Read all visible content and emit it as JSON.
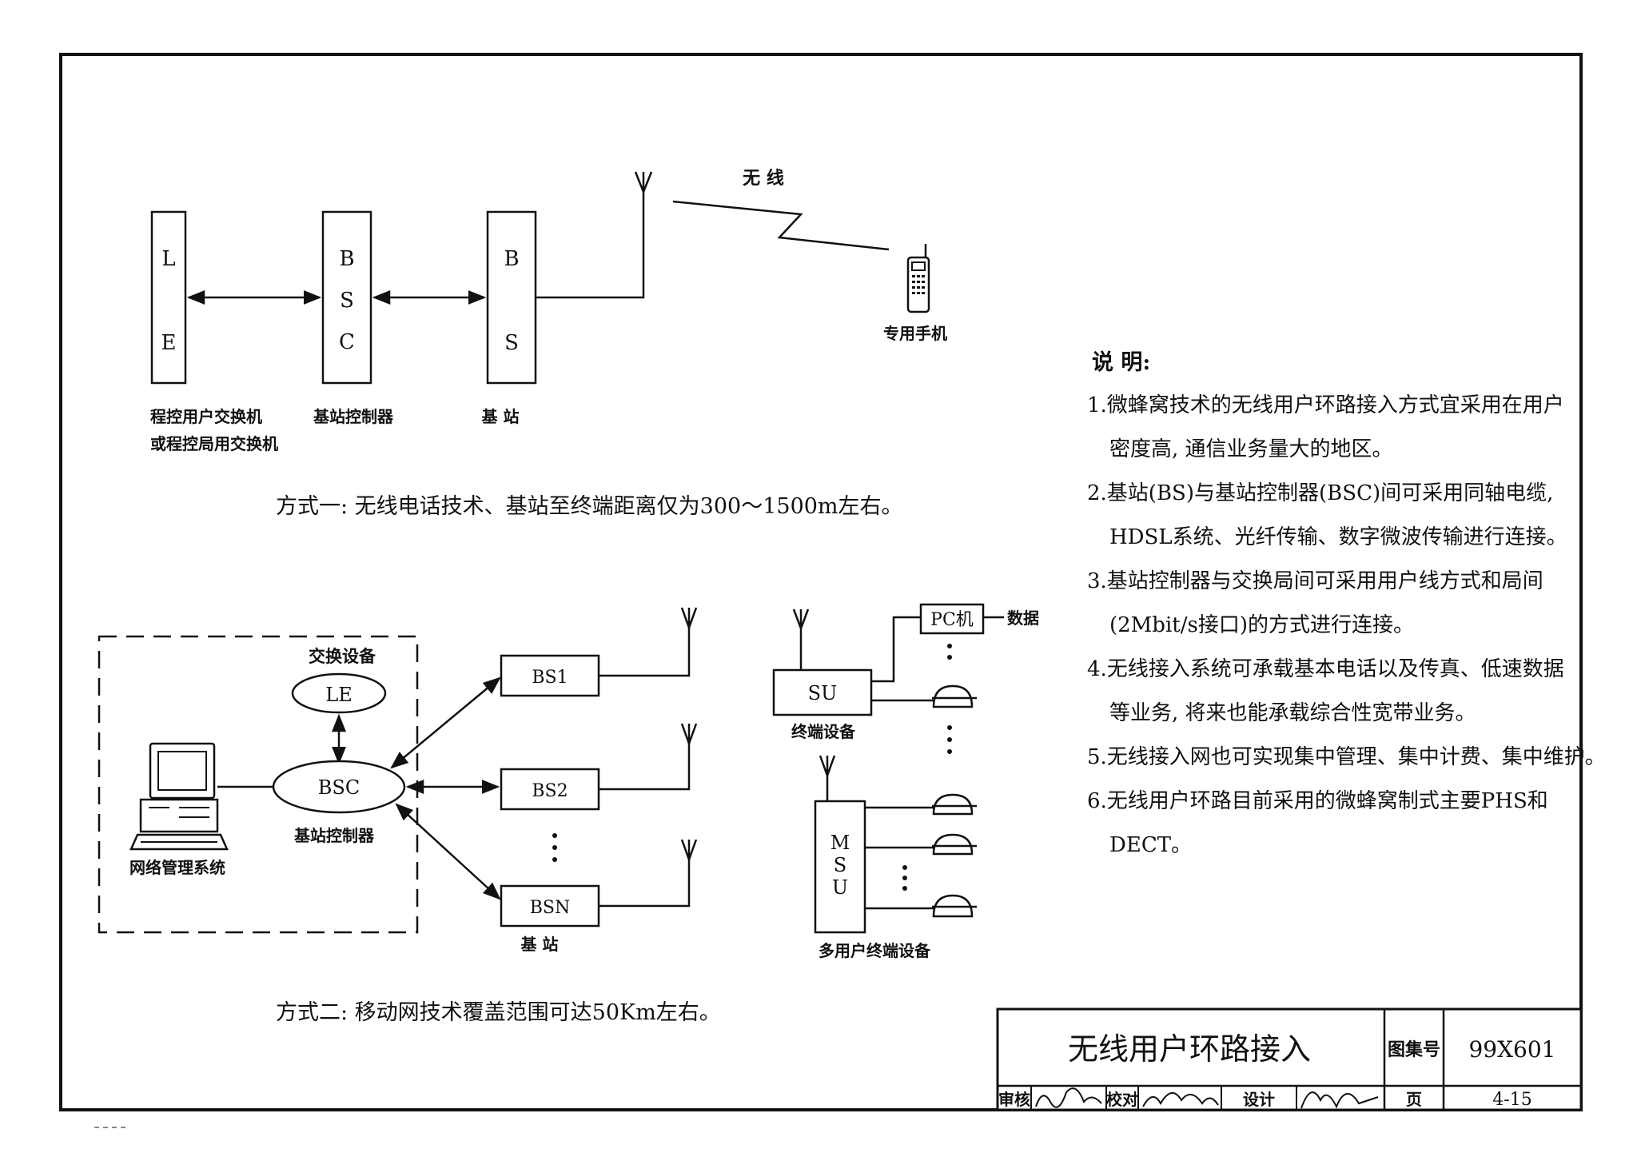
{
  "scheme1": {
    "wireless_label": "无 线",
    "handset_label": "专用手机",
    "le_letters": [
      "L",
      "E"
    ],
    "bsc_letters": [
      "B",
      "S",
      "C"
    ],
    "bs_letters": [
      "B",
      "S"
    ],
    "le_caption_1": "程控用户交换机",
    "le_caption_2": "或程控局用交换机",
    "bsc_caption": "基站控制器",
    "bs_caption": "基 站",
    "caption": "方式一: 无线电话技术、基站至终端距离仅为300～1500m左右。"
  },
  "scheme2": {
    "switch_group_label": "交换设备",
    "le_label": "LE",
    "bsc_label": "BSC",
    "bsc_caption": "基站控制器",
    "nms_caption": "网络管理系统",
    "bs1_label": "BS1",
    "bs2_label": "BS2",
    "bsn_label": "BSN",
    "bs_caption": "基 站",
    "pc_label": "PC机",
    "data_label": "数据",
    "su_label": "SU",
    "su_caption": "终端设备",
    "msu_letters": [
      "M",
      "S",
      "U"
    ],
    "msu_caption": "多用户终端设备",
    "caption": "方式二: 移动网技术覆盖范围可达50Km左右。"
  },
  "notes": {
    "title": "说  明:",
    "lines": [
      "1.微蜂窝技术的无线用户环路接入方式宜采用在用户",
      "密度高, 通信业务量大的地区。",
      "2.基站(BS)与基站控制器(BSC)间可采用同轴电缆,",
      "HDSL系统、光纤传输、数字微波传输进行连接。",
      "3.基站控制器与交换局间可采用用户线方式和局间",
      "(2Mbit/s接口)的方式进行连接。",
      "4.无线接入系统可承载基本电话以及传真、低速数据",
      "等业务, 将来也能承载综合性宽带业务。",
      "5.无线接入网也可实现集中管理、集中计费、集中维护。",
      "6.无线用户环路目前采用的微蜂窝制式主要PHS和",
      "DECT。"
    ]
  },
  "title_block": {
    "title": "无线用户环路接入",
    "atlas_label": "图集号",
    "atlas_no": "99X601",
    "review_label": "审核",
    "check_label": "校对",
    "design_label": "设计",
    "page_label": "页",
    "page_no": "4-15"
  }
}
